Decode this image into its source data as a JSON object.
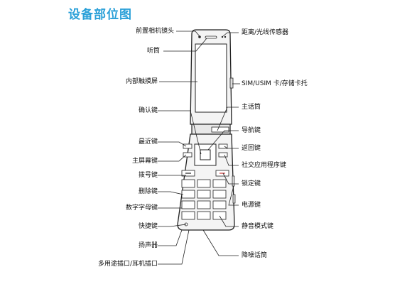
{
  "title": "设备部位图",
  "labels": {
    "front_camera": "前置相机镜头",
    "earpiece": "听筒",
    "inner_touchscreen": "内部触摸屏",
    "confirm_key": "确认键",
    "recent_key": "最近键",
    "home_key": "主屏幕键",
    "dial_key": "拨号键",
    "delete_key": "删除键",
    "alphanumeric_keys": "数字字母键",
    "shortcut_key": "快捷键",
    "speaker": "扬声器",
    "multipurpose_jack": "多用途插口/耳机插口",
    "proximity_sensor": "距离/光线传感器",
    "sim_tray": "SIM/USIM 卡/存储卡托",
    "main_mic": "主话筒",
    "nav_key": "导航键",
    "back_key": "返回键",
    "social_key": "社交应用程序键",
    "lock_key": "锁定键",
    "power_key": "电源键",
    "silent_key": "静音模式键",
    "noise_mic": "降噪话筒"
  }
}
